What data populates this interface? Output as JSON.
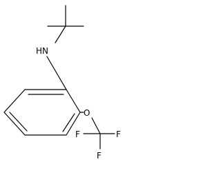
{
  "molecule": {
    "colors": {
      "bond": "#000000",
      "label": "#000000",
      "background": "#ffffff"
    },
    "atom_labels": {
      "amine": "HN",
      "ether_oxygen": "O",
      "fluorine_left": "F",
      "fluorine_right": "F",
      "fluorine_bottom": "F"
    }
  }
}
